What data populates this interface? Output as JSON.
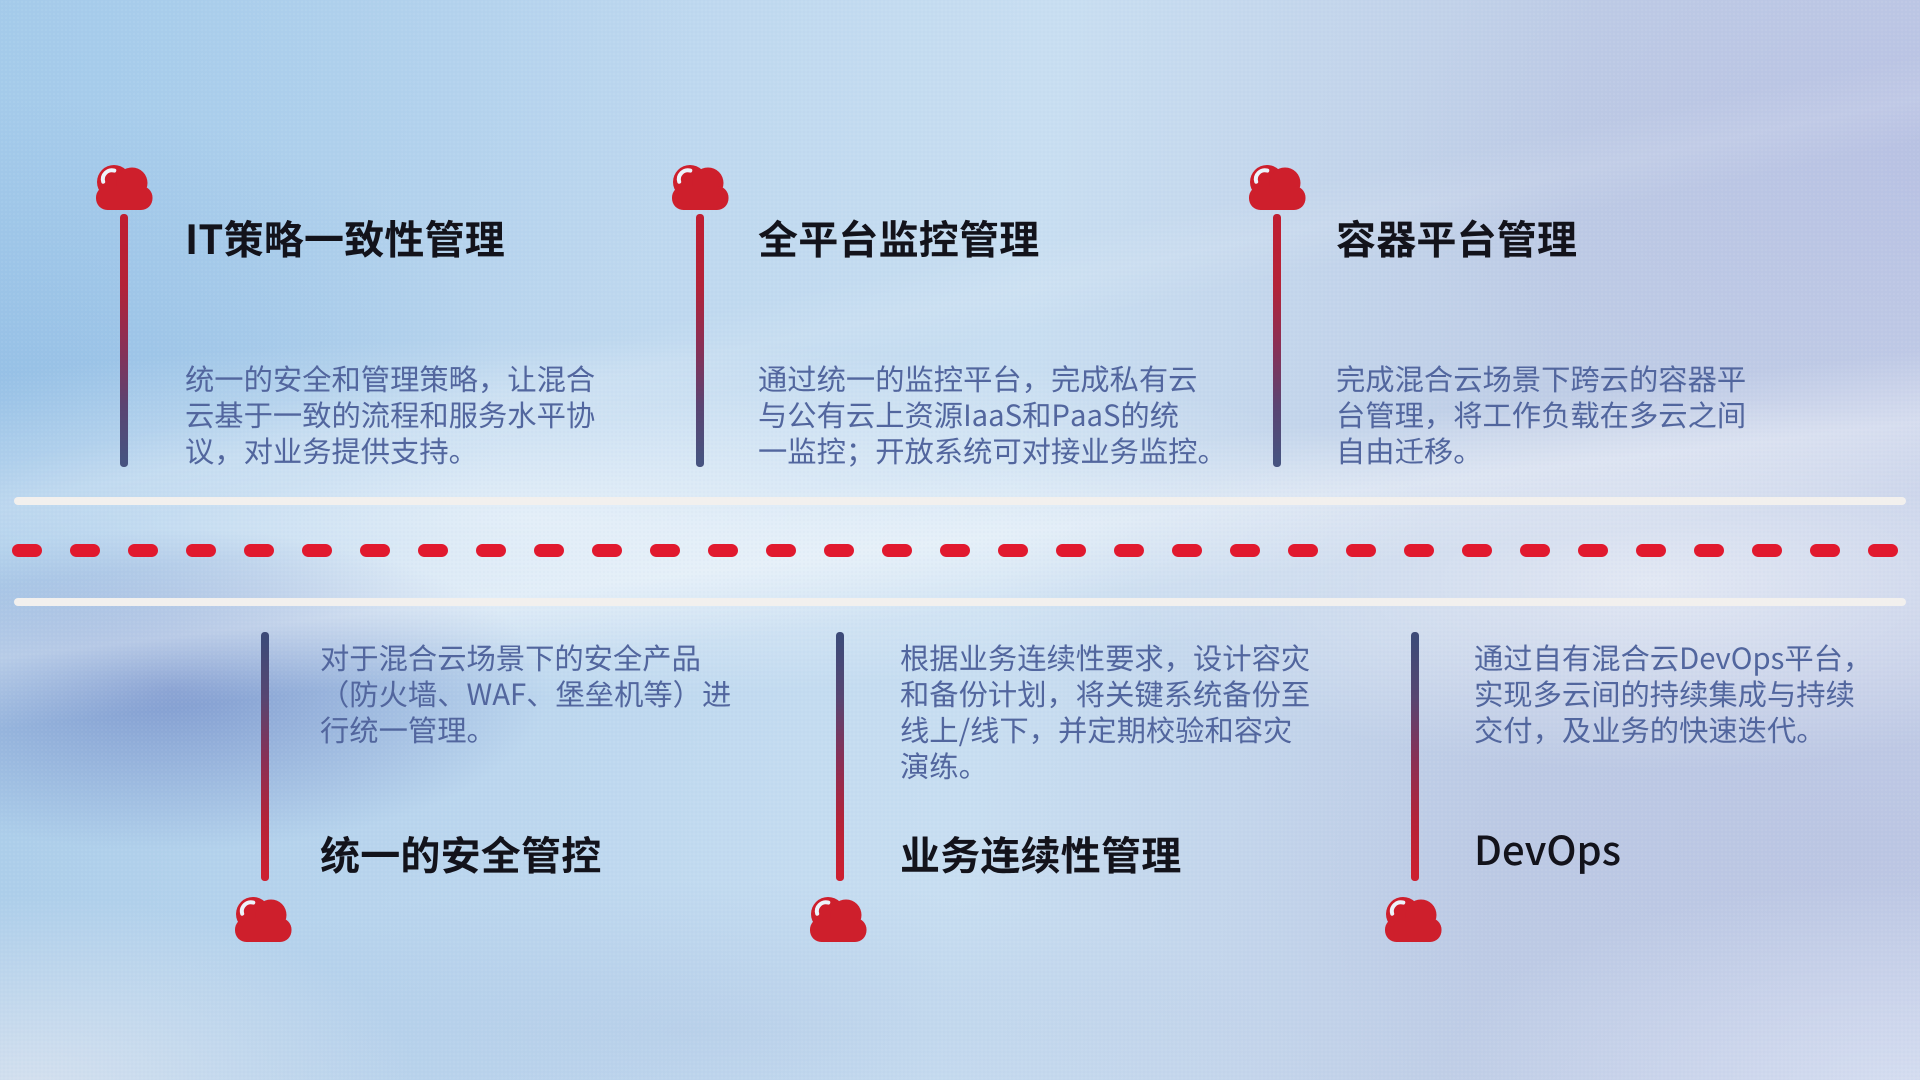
{
  "slide": {
    "type": "hybrid-cloud capability infographic",
    "colors": {
      "cloud_red": "#ce1f2c",
      "dash_red": "#e1192e",
      "stem_red": "#c01e31",
      "stem_navy": "#3f4c7c",
      "title_text": "#13131b",
      "body_text": "#52669e",
      "separator_band": "#f2f0ee",
      "background_blue": "#c4d5ec"
    }
  },
  "top_items": [
    {
      "title": "IT策略一致性管理",
      "text": "统一的安全和管理策略，让混合云基于一致的流程和服务水平协议，对业务提供支持。",
      "lines": [
        "统一的安全和管理策略，让混合",
        "云基于一致的流程和服务水平协",
        "议，对业务提供支持。"
      ]
    },
    {
      "title": "全平台监控管理",
      "text": "通过统一的监控平台，完成私有云与公有云上资源IaaS和PaaS的统一监控；开放系统可对接业务监控。",
      "lines": [
        "通过统一的监控平台，完成私有云",
        "与公有云上资源IaaS和PaaS的统",
        "一监控；开放系统可对接业务监控。"
      ]
    },
    {
      "title": "容器平台管理",
      "text": "完成混合云场景下跨云的容器平台管理，将工作负载在多云之间自由迁移。",
      "lines": [
        "完成混合云场景下跨云的容器平",
        "台管理，将工作负载在多云之间",
        "自由迁移。"
      ]
    }
  ],
  "bottom_items": [
    {
      "title": "统一的安全管控",
      "text": "对于混合云场景下的安全产品（防火墙、WAF、堡垒机等）进行统一管理。",
      "lines": [
        "对于混合云场景下的安全产品",
        "（防火墙、WAF、堡垒机等）进",
        "行统一管理。"
      ]
    },
    {
      "title": "业务连续性管理",
      "text": "根据业务连续性要求，设计容灾和备份计划，将关键系统备份至线上/线下，并定期校验和容灾演练。",
      "lines": [
        "根据业务连续性要求，设计容灾",
        "和备份计划，将关键系统备份至",
        "线上/线下，并定期校验和容灾",
        "演练。"
      ]
    },
    {
      "title": "DevOps",
      "text": "通过自有混合云DevOps平台，实现多云间的持续集成与持续交付，及业务的快速迭代。",
      "lines": [
        "通过自有混合云DevOps平台，",
        "实现多云间的持续集成与持续",
        "交付，及业务的快速迭代。"
      ]
    }
  ]
}
